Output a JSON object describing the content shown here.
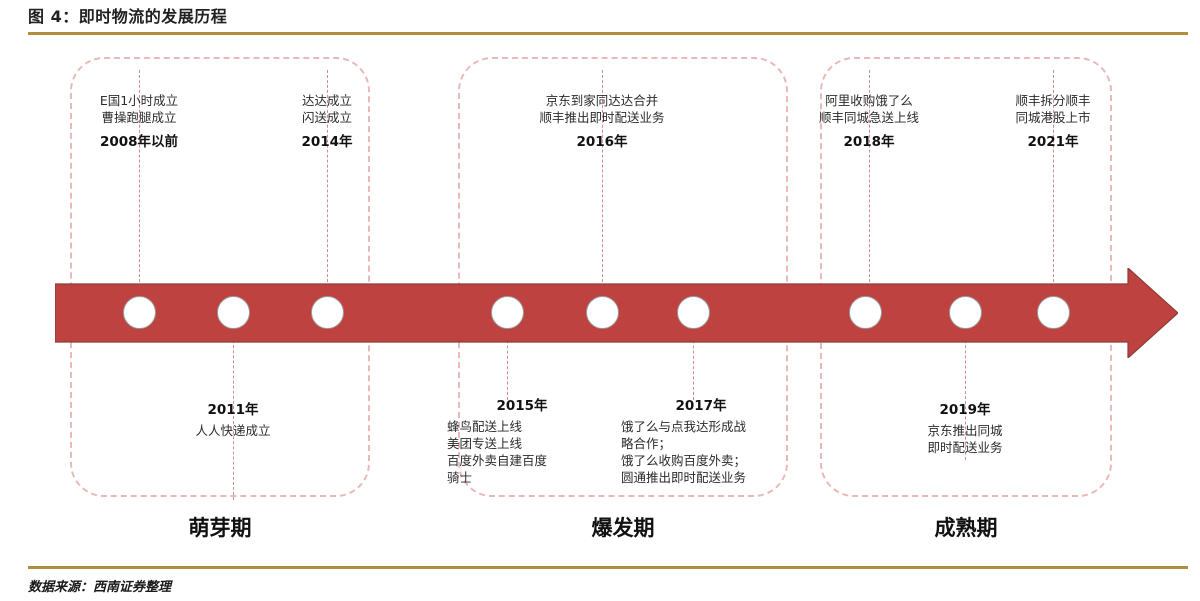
{
  "figure": {
    "title": "图 4：即时物流的发展历程",
    "source": "数据来源：西南证券整理",
    "accent_gold": "#b28c3f",
    "accent_red": "#be4340",
    "dash_pink": "#e8b9b7"
  },
  "timeline": {
    "arrow_direction": "right",
    "marker_count": 9
  },
  "phases": [
    {
      "label": "萌芽期"
    },
    {
      "label": "爆发期"
    },
    {
      "label": "成熟期"
    }
  ],
  "events": [
    {
      "position": "above",
      "phase": "萌芽期",
      "year": "2008年以前",
      "lines": [
        "E国1小时成立",
        "曹操跑腿成立"
      ]
    },
    {
      "position": "below",
      "phase": "萌芽期",
      "year": "2011年",
      "lines": [
        "人人快递成立"
      ]
    },
    {
      "position": "above",
      "phase": "萌芽期",
      "year": "2014年",
      "lines": [
        "达达成立",
        "闪送成立"
      ]
    },
    {
      "position": "below",
      "phase": "爆发期",
      "year": "2015年",
      "lines": [
        "蜂鸟配送上线",
        "美团专送上线",
        "百度外卖自建百度",
        "骑士"
      ]
    },
    {
      "position": "above",
      "phase": "爆发期",
      "year": "2016年",
      "lines": [
        "京东到家同达达合并",
        "顺丰推出即时配送业务"
      ]
    },
    {
      "position": "below",
      "phase": "爆发期",
      "year": "2017年",
      "lines": [
        "饿了么与点我达形成战",
        "略合作；",
        "饿了么收购百度外卖；",
        "圆通推出即时配送业务"
      ]
    },
    {
      "position": "above",
      "phase": "成熟期",
      "year": "2018年",
      "lines": [
        "阿里收购饿了么",
        "顺丰同城急送上线"
      ]
    },
    {
      "position": "below",
      "phase": "成熟期",
      "year": "2019年",
      "lines": [
        "京东推出同城",
        "即时配送业务"
      ]
    },
    {
      "position": "above",
      "phase": "成熟期",
      "year": "2021年",
      "lines": [
        "顺丰拆分顺丰",
        "同城港股上市"
      ]
    }
  ]
}
